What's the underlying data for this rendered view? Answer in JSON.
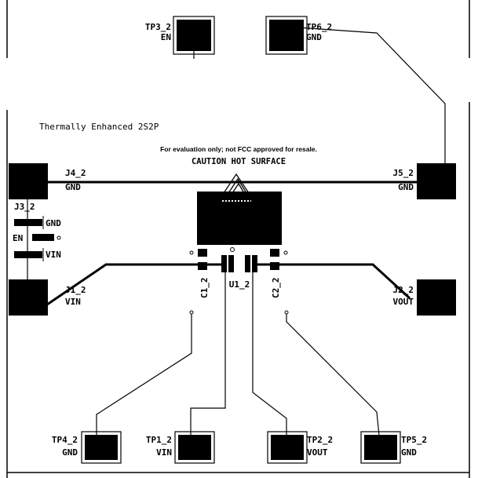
{
  "board": {
    "title": "Thermally Enhanced 2S2P",
    "disclaimer": "For evaluation only; not FCC approved for resale.",
    "caution": "CAUTION HOT SURFACE"
  },
  "components": {
    "tp3": {
      "ref": "TP3_2",
      "net": "EN"
    },
    "tp6": {
      "ref": "TP6_2",
      "net": "GND"
    },
    "j4": {
      "ref": "J4_2",
      "net": "GND"
    },
    "j5": {
      "ref": "J5_2",
      "net": "GND"
    },
    "j3": {
      "ref": "J3_2",
      "pin_gnd": "GND",
      "pin_en": "EN",
      "pin_vin": "VIN"
    },
    "j1": {
      "ref": "J1_2",
      "net": "VIN"
    },
    "j2": {
      "ref": "J2_2",
      "net": "VOUT"
    },
    "c1": {
      "ref": "C1_2"
    },
    "u1": {
      "ref": "U1_2"
    },
    "c2": {
      "ref": "C2_2"
    },
    "tp4": {
      "ref": "TP4_2",
      "net": "GND"
    },
    "tp1": {
      "ref": "TP1_2",
      "net": "VIN"
    },
    "tp2": {
      "ref": "TP2_2",
      "net": "VOUT"
    },
    "tp5": {
      "ref": "TP5_2",
      "net": "GND"
    }
  }
}
